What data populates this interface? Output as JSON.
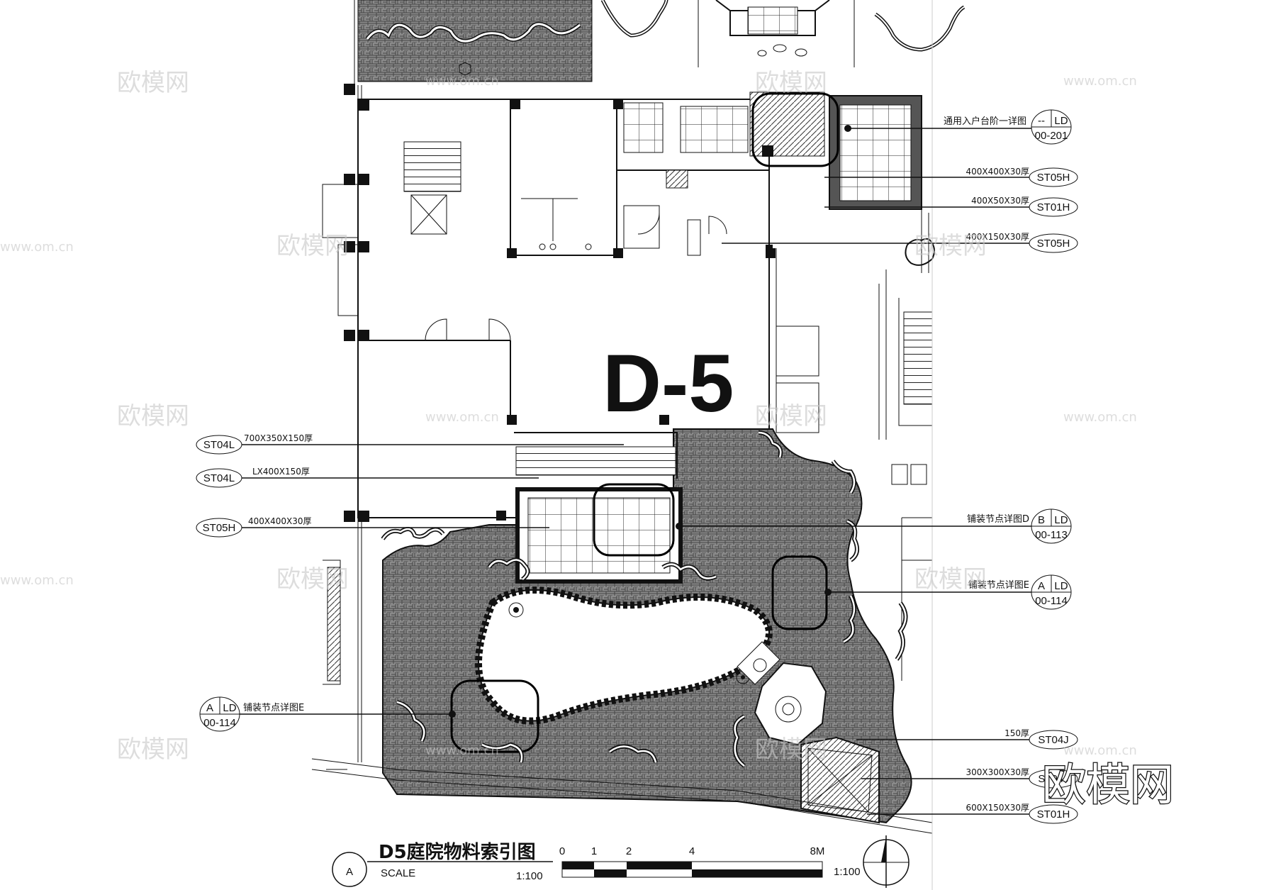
{
  "drawing": {
    "unit_label": "D-5",
    "title": "D5庭院物料索引图",
    "view_marker": "A",
    "scale_word": "SCALE",
    "scale_ratio": "1:100",
    "scale_bar": {
      "ticks": [
        "0",
        "1",
        "2",
        "4",
        "8M"
      ],
      "ratio": "1:100"
    },
    "watermark_logo": "欧模网",
    "watermark_small": "欧模网",
    "watermark_url": "www.om.cn"
  },
  "callouts_right": [
    {
      "desc": "通用入户台阶一详图",
      "tag_top_left": "--",
      "tag_top_right": "LD",
      "tag_bottom": "00-201"
    },
    {
      "desc": "400X400X30厚",
      "tag": "ST05H"
    },
    {
      "desc": "400X50X30厚",
      "tag": "ST01H"
    },
    {
      "desc": "400X150X30厚",
      "tag": "ST05H"
    },
    {
      "desc": "铺装节点详图D",
      "tag_top_left": "B",
      "tag_top_right": "LD",
      "tag_bottom": "00-113"
    },
    {
      "desc": "铺装节点详图E",
      "tag_top_left": "A",
      "tag_top_right": "LD",
      "tag_bottom": "00-114"
    },
    {
      "desc": "150厚",
      "tag": "ST04J"
    },
    {
      "desc": "300X300X30厚",
      "tag": "ST04J"
    },
    {
      "desc": "600X150X30厚",
      "tag": "ST01H"
    }
  ],
  "callouts_left": [
    {
      "desc": "700X350X150厚",
      "tag": "ST04L"
    },
    {
      "desc": "LX400X150厚",
      "tag": "ST04L"
    },
    {
      "desc": "400X400X30厚",
      "tag": "ST05H"
    },
    {
      "desc": "铺装节点详图E",
      "tag_top_left": "A",
      "tag_top_right": "LD",
      "tag_bottom": "00-114"
    }
  ]
}
